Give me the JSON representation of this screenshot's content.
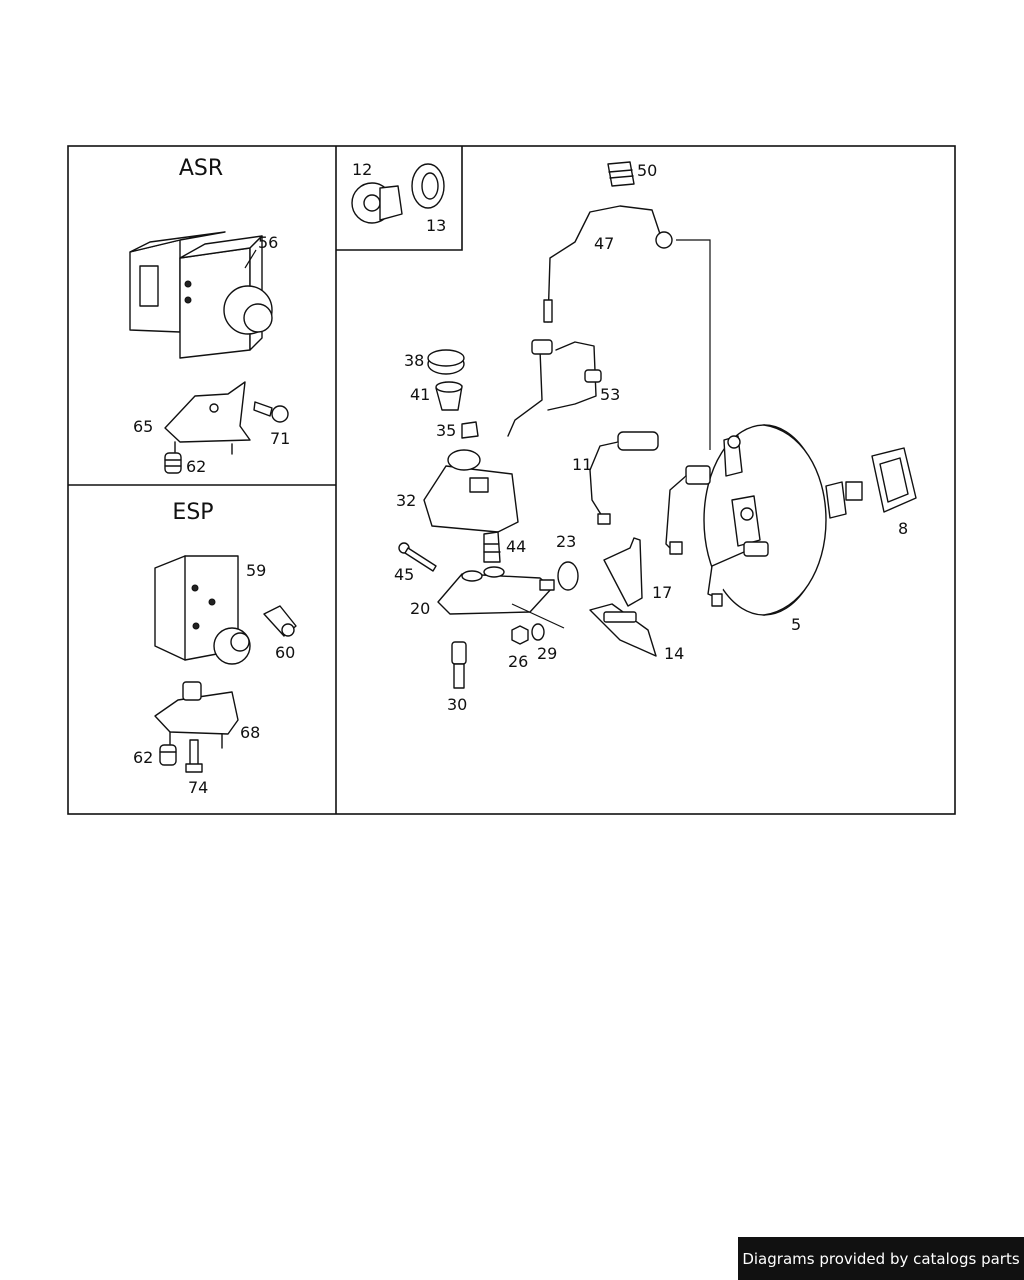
{
  "panels": {
    "asr_title": "ASR",
    "esp_title": "ESP"
  },
  "callouts": {
    "c5": "5",
    "c8": "8",
    "c11": "11",
    "c12": "12",
    "c13": "13",
    "c14": "14",
    "c17": "17",
    "c20": "20",
    "c23": "23",
    "c26": "26",
    "c29": "29",
    "c30": "30",
    "c32": "32",
    "c35": "35",
    "c38": "38",
    "c41": "41",
    "c44": "44",
    "c45": "45",
    "c47": "47",
    "c50": "50",
    "c53": "53",
    "c56": "56",
    "c59": "59",
    "c60": "60",
    "c62a": "62",
    "c62b": "62",
    "c65": "65",
    "c68": "68",
    "c71": "71",
    "c74": "74"
  },
  "footer": {
    "label": "Diagrams provided by catalogs parts"
  }
}
